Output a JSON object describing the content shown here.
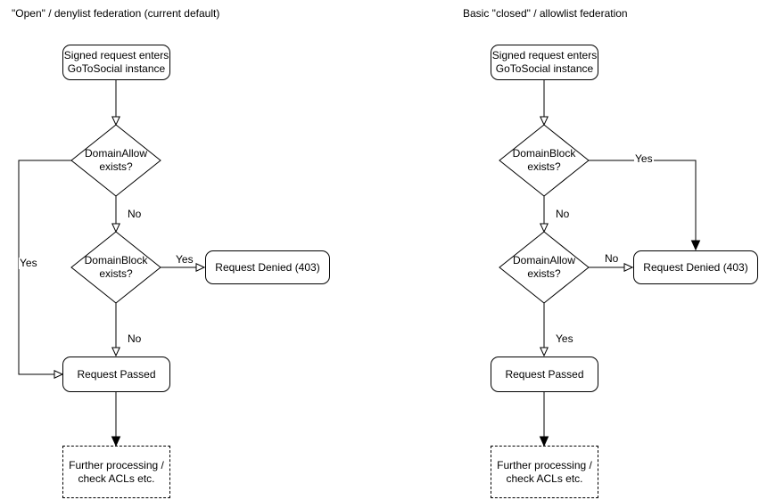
{
  "colors": {
    "stroke": "#000000",
    "background": "#ffffff"
  },
  "diagrams": {
    "left": {
      "title": "\"Open\" / denylist federation (current default)",
      "nodes": {
        "start": "Signed request enters\nGoToSocial instance",
        "decision1": "DomainAllow\nexists?",
        "decision2": "DomainBlock\nexists?",
        "denied": "Request Denied (403)",
        "passed": "Request Passed",
        "further": "Further processing /\ncheck ACLs etc."
      },
      "labels": {
        "decision1_yes": "Yes",
        "decision1_no": "No",
        "decision2_yes": "Yes",
        "decision2_no": "No"
      }
    },
    "right": {
      "title": "Basic \"closed\" / allowlist federation",
      "nodes": {
        "start": "Signed request enters\nGoToSocial instance",
        "decision1": "DomainBlock\nexists?",
        "decision2": "DomainAllow\nexists?",
        "denied": "Request Denied (403)",
        "passed": "Request Passed",
        "further": "Further processing /\ncheck ACLs etc."
      },
      "labels": {
        "decision1_yes": "Yes",
        "decision1_no": "No",
        "decision2_no": "No",
        "decision2_yes": "Yes"
      }
    }
  }
}
